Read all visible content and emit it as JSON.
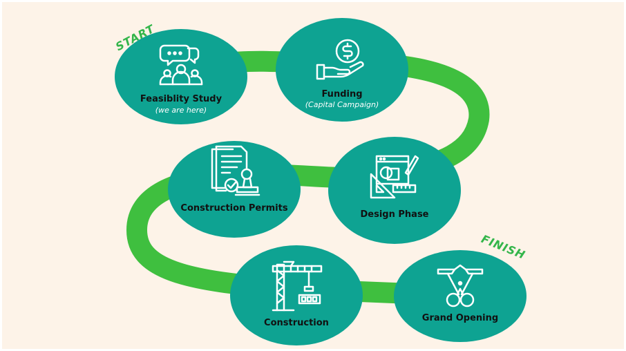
{
  "colors": {
    "background": "#fdf3e8",
    "path": "#3fbf3f",
    "node": "#0ea392",
    "icon": "#ffffff",
    "tag": "#33b54a"
  },
  "tags": {
    "start": "START",
    "finish": "FINISH"
  },
  "steps": [
    {
      "label": "Feasiblity Study",
      "sublabel": "(we are here)",
      "icon": "discussion-group-icon"
    },
    {
      "label": "Funding",
      "sublabel": "(Capital Campaign)",
      "icon": "hand-holding-dollar-icon"
    },
    {
      "label": "Design Phase",
      "sublabel": "",
      "icon": "drafting-tools-icon"
    },
    {
      "label": "Construction Permits",
      "sublabel": "",
      "icon": "documents-stamp-icon"
    },
    {
      "label": "Construction",
      "sublabel": "",
      "icon": "tower-crane-icon"
    },
    {
      "label": "Grand Opening",
      "sublabel": "",
      "icon": "ribbon-scissors-icon"
    }
  ]
}
